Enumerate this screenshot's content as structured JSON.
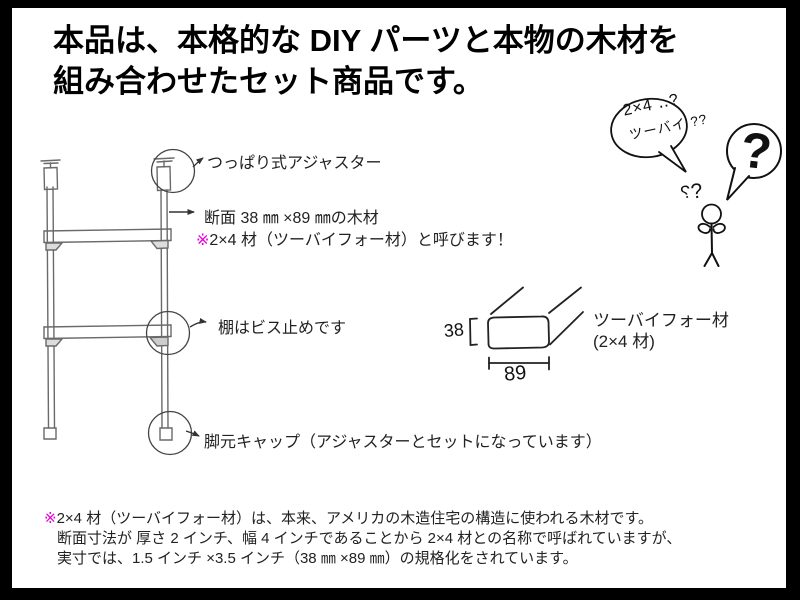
{
  "colors": {
    "frame": "#000000",
    "accent_magenta": "#e800d8",
    "ink": "#1a1a1a",
    "sketch_gray": "#6a6a6a"
  },
  "title": {
    "line1": "本品は、本格的な DIY パーツと本物の木材を",
    "line2": "組み合わせたセット商品です。"
  },
  "labels": {
    "adjuster": "つっぱり式アジャスター",
    "section": "断面 38 ㎜ ×89 ㎜の木材",
    "section_note_mark": "※",
    "section_note": "2×4 材（ツーバイフォー材）と呼びます！",
    "shelf": "棚はビス止めです",
    "foot": "脚元キャップ（アジャスターとセットになっています）"
  },
  "cross_section": {
    "height_mm": "38",
    "width_mm": "89",
    "name1": "ツーバイフォー材",
    "name2": "(2×4 材)"
  },
  "person": {
    "bubble1_line1": "2×4 ‥?",
    "bubble1_line2": "ツーバイ ??",
    "bubble2_mark": "?",
    "head_mark1": "?",
    "head_mark2": "?"
  },
  "footnote": {
    "mark": "※",
    "line1": "2×4 材（ツーバイフォー材）は、本来、アメリカの木造住宅の構造に使われる木材です。",
    "line2": "断面寸法が 厚さ 2 インチ、幅 4 インチであることから 2×4 材との名称で呼ばれていますが、",
    "line3": "実寸では、1.5 インチ ×3.5 インチ（38 ㎜ ×89 ㎜）の規格化をされています。"
  }
}
